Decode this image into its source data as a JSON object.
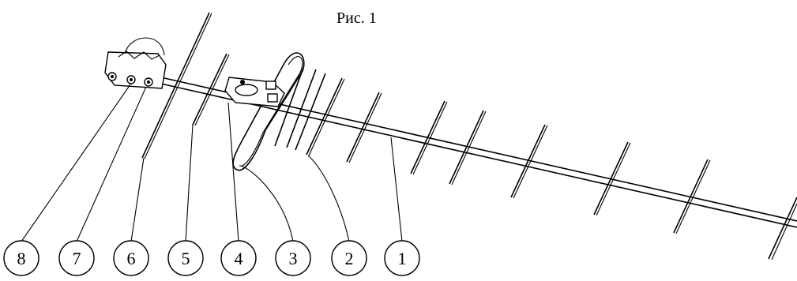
{
  "figure": {
    "caption": "Рис. 1",
    "callouts": [
      "1",
      "2",
      "3",
      "4",
      "5",
      "6",
      "7",
      "8"
    ]
  }
}
